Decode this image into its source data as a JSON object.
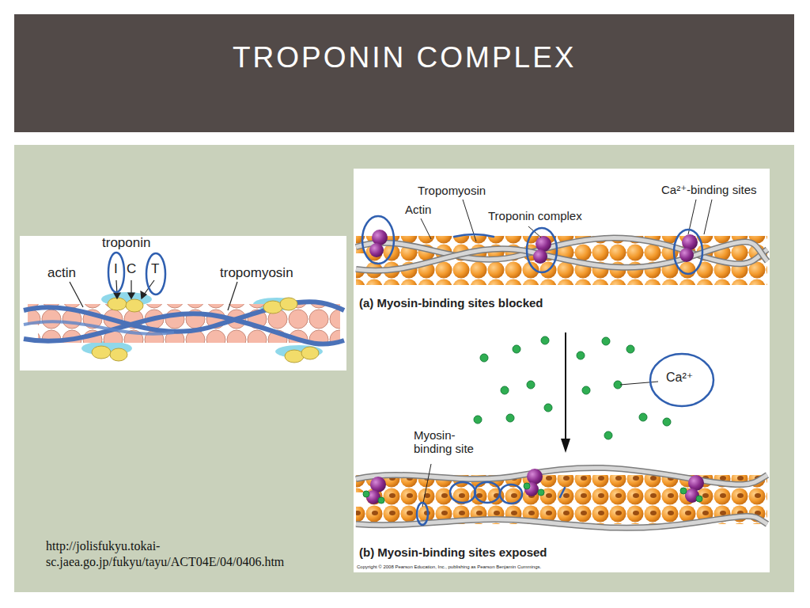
{
  "diagram": {
    "title": "TROPONIN COMPLEX",
    "labels": [
      "troponin",
      "I",
      "C",
      "T",
      "actin",
      "tropomyosin",
      "Tropomyosin",
      "Actin",
      "Troponin complex",
      "Ca²⁺-binding sites",
      "(a) Myosin-binding sites blocked",
      "Ca²⁺",
      "Myosin- binding site",
      "(b) Myosin-binding sites exposed",
      "Copyright © 2008 Pearson Education, Inc., publishing as Pearson Benjamin Cummings.",
      "http://jolisfukyu.tokai- sc.jaea.go.jp/fukyu/tayu/ACT04E/04/0406.htm"
    ]
  }
}
